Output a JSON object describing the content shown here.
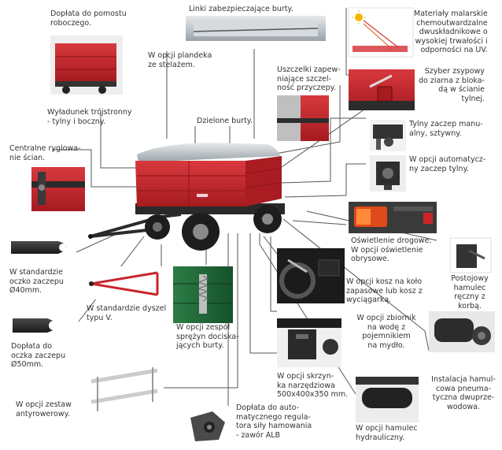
{
  "labels": {
    "doplata_pomost": "Dopłata do pomostu\nroboczego.",
    "linki": "Linki zabezpieczające burty.",
    "materialy": "Materiały malarskie\nchemoutwardzalne\ndwuskładnikowe o\nwysokiej trwałości i\nodporności na UV.",
    "plandeka": "W opcji plandeka\nze stelażem.",
    "uszczelki": "Uszczelki zapew-\nniające szczel-\nność przyczepy.",
    "szyber": "Szyber zsypowy\ndo ziarna z bloka-\ndą w ścianie\ntylnej.",
    "wyladunek": "Wyładunek trójstronny\n- tylny i boczny.",
    "dzielone": "Dzielone burty.",
    "tylny_zaczep": "Tylny zaczep manu-\nalny, sztywny.",
    "centralne": "Centralne ryglowa-\nnie ścian.",
    "automatyczny": "W opcji automatycz-\nny zaczep tylny.",
    "oswietlenie": "Oświetlenie drogowe.\nW opcji oświetlenie\nobrysowe.",
    "oczko40": "W standardzie\noczko zaczepu\nØ40mm.",
    "kosz": "W opcji kosz na koło\nzapasowe lub kosz z\nwyciągarką.",
    "postojowy": "Postojowy\nhamulec\nręczny z\nkorbą.",
    "dyszel": "W standardzie dyszel\ntypu V.",
    "zespol": "W opcji zespół\nsprężyn dociska-\njących burty.",
    "zbiornik": "W opcji zbiornik\nna wodę z\npojemnikiem\nna mydło.",
    "oczko50": "Dopłata do\noczka zaczepu\nØ50mm.",
    "skrzynka": "W opcji skrzyn-\nka narzędziowa\n500x400x350 mm.",
    "instalacja": "Instalacja hamul-\ncowa pneuma-\ntyczna dwuprze-\nwodowa.",
    "rowerowy": "W opcji zestaw\nantyrowerowy.",
    "regulator": "Dopłata do auto-\nmatycznego regula-\ntora siły hamowania\n- zawór ALB",
    "hamulec_hydr": "W opcji hamulec\nhydrauliczny."
  },
  "colors": {
    "trailer_red": "#c8252b",
    "trailer_dark": "#8e1418",
    "tarp_grey": "#b9c1c7",
    "chassis": "#2a2a2a",
    "line": "#555555",
    "text": "#333333",
    "green_side": "#1f6b3a"
  },
  "icons": {
    "sun": "sun-icon",
    "brand": "brand-logo"
  }
}
